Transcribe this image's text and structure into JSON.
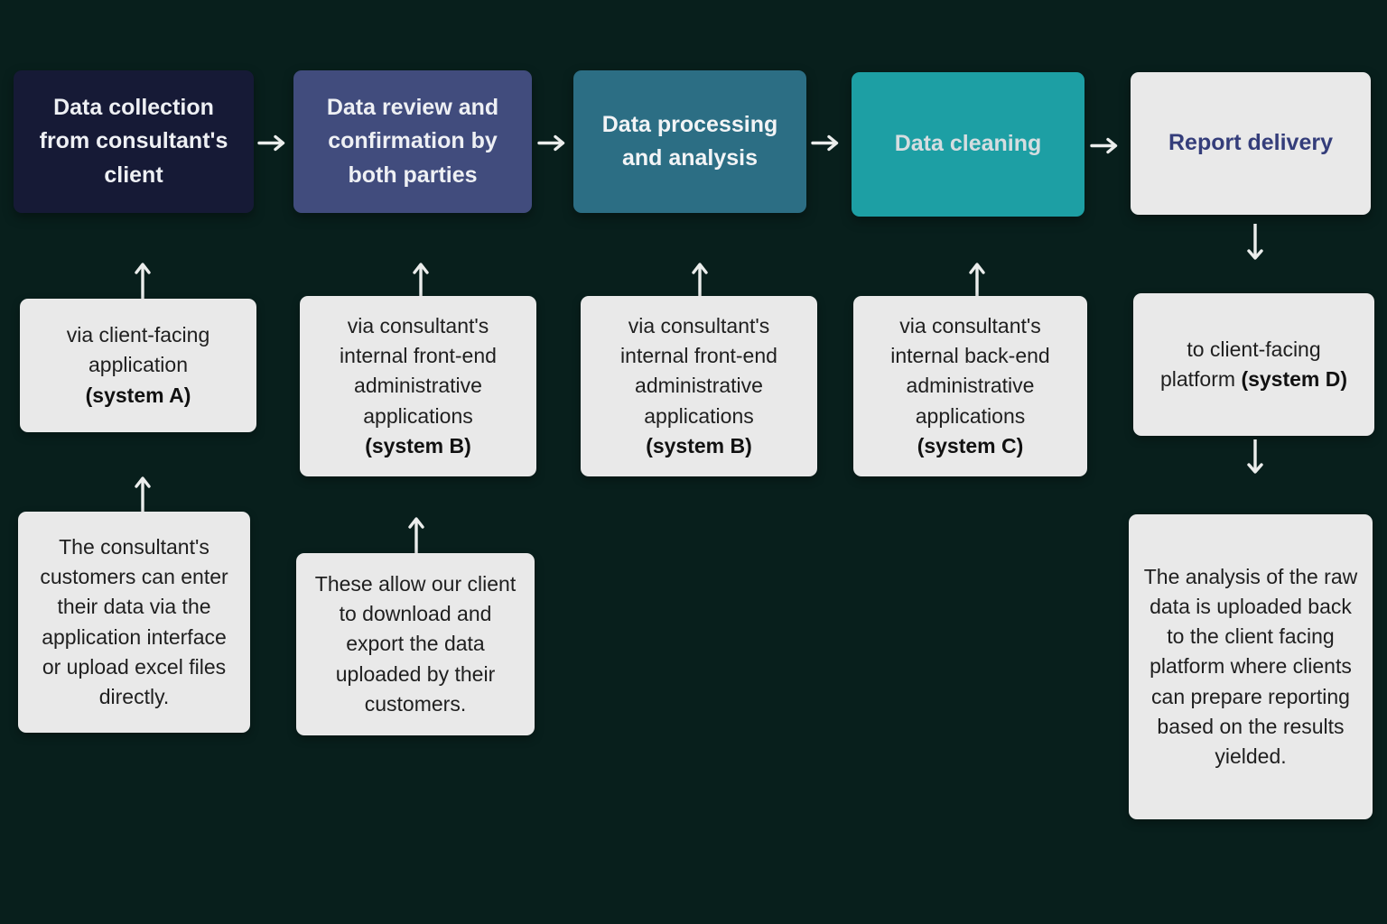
{
  "canvas": {
    "background": "#081f1c",
    "detail_box_bg": "#e9e9e9",
    "arrow_color": "#ebedec"
  },
  "stages": [
    {
      "title": "Data collection from consultant's client",
      "title_bg": "#161a36",
      "title_color": "#eef0f4",
      "detail_text": "via client-facing application",
      "detail_bold": "(system A)",
      "note": "The consultant's customers can enter their data via the application interface or upload excel files directly."
    },
    {
      "title": "Data review and confirmation by both parties",
      "title_bg": "#414c7d",
      "title_color": "#eef0f4",
      "detail_text": "via consultant's internal front-end administrative applications",
      "detail_bold": "(system B)",
      "note": "These allow our client to download and export the data uploaded by their customers."
    },
    {
      "title": "Data processing and analysis",
      "title_bg": "#2c6e84",
      "title_color": "#f2f4f6",
      "detail_text": "via consultant's internal front-end administrative applications",
      "detail_bold": "(system B)"
    },
    {
      "title": "Data cleaning",
      "title_bg": "#1d9fa4",
      "title_color": "#d5dde0",
      "detail_text": "via consultant's internal back-end administrative applications",
      "detail_bold": "(system C)"
    },
    {
      "title": "Report delivery",
      "title_bg": "#e9e9e9",
      "title_color": "#343d7a",
      "detail_text": "to client-facing platform",
      "detail_bold": "(system D)",
      "note": "The analysis of the raw data is uploaded back to the client facing platform where clients can prepare reporting based on the results yielded."
    }
  ]
}
